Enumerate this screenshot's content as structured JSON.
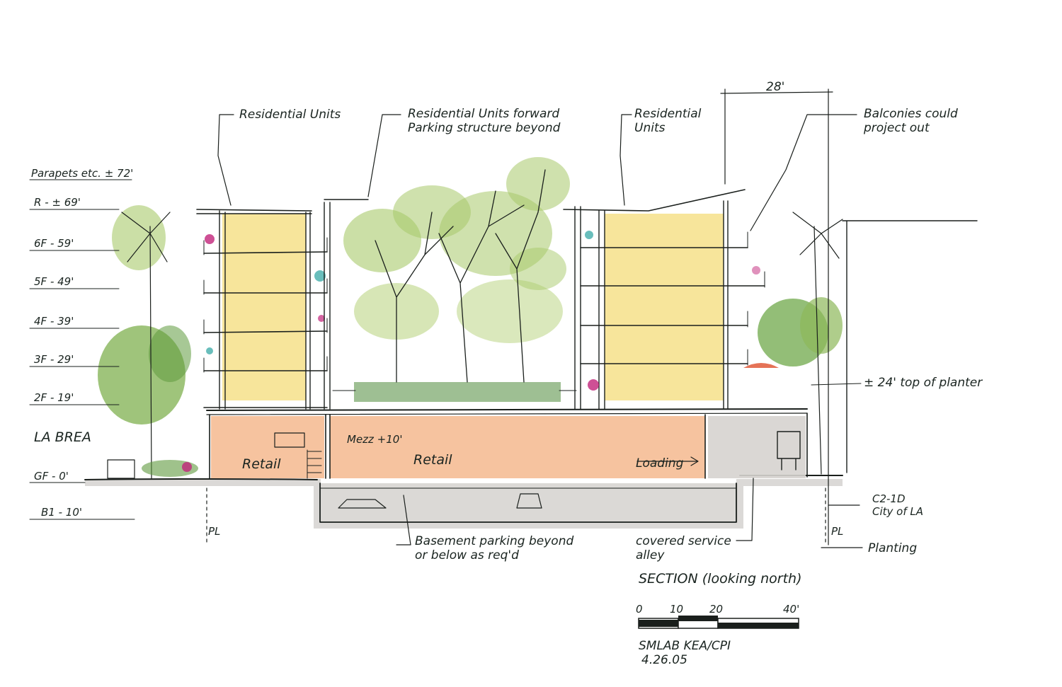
{
  "labels": {
    "residential_left": "Residential Units",
    "residential_mid_1": "Residential Units forward",
    "residential_mid_2": "Parking structure beyond",
    "residential_right_1": "Residential",
    "residential_right_2": "Units",
    "dimension_top": "28'",
    "balconies_1": "Balconies could",
    "balconies_2": "project out",
    "parapets": "Parapets etc. ± 72'",
    "street": "LA BREA",
    "retail_left": "Retail",
    "retail_main": "Retail",
    "mezz": "Mezz +10'",
    "loading": "Loading",
    "planter": "± 24' top of planter",
    "zoning_1": "C2-1D",
    "zoning_2": "City of LA",
    "pl_left": "PL",
    "pl_right": "PL",
    "planting": "Planting",
    "basement_1": "Basement parking beyond",
    "basement_2": "or below as req'd",
    "service_1": "covered service",
    "service_2": "alley"
  },
  "levels": [
    "R - ± 69'",
    "6F - 59'",
    "5F - 49'",
    "4F - 39'",
    "3F - 29'",
    "2F - 19'",
    "GF - 0'",
    "B1 - 10'"
  ],
  "title_block": {
    "title": "SECTION (looking north)",
    "scale_ticks": [
      "0",
      "10",
      "20",
      "40'"
    ],
    "credit": "SMLAB   KEA/CPI",
    "date": "4.26.05"
  },
  "colors": {
    "ink": "#1a1f1c",
    "residential": "#f6e08a",
    "retail": "#f5b88e",
    "service": "#d6d3cf",
    "basement": "#cfccc8",
    "foliage": "#a8c96a",
    "foliage_dark": "#5f9a3e",
    "accent_magenta": "#c2247a",
    "accent_teal": "#2aa3a0"
  }
}
